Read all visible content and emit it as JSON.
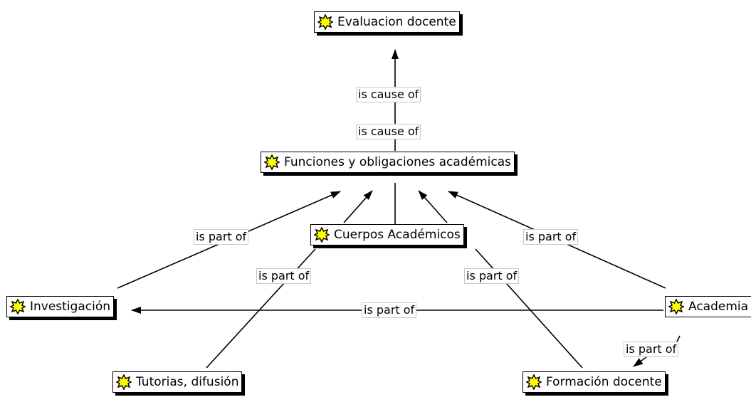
{
  "nodes": {
    "evaluacion": "Evaluacion docente",
    "funciones": "Funciones y obligaciones académicas",
    "cuerpos": "Cuerpos Académicos",
    "investigacion": "Investigación",
    "academia": "Academia",
    "tutorias": "Tutorias, difusión",
    "formacion": "Formación docente"
  },
  "edges": {
    "cause_upper": "is cause of",
    "cause_lower": "is cause of",
    "part_investigacion_funciones": "is part of",
    "part_academia_funciones": "is part of",
    "part_tutorias_cuerpos": "is part of",
    "part_formacion_cuerpos": "is part of",
    "part_academia_investigacion": "is part of",
    "part_academia_formacion": "is part of"
  },
  "icon": {
    "name": "concept-star-icon",
    "fill": "#ffff00",
    "stroke": "#000000"
  }
}
